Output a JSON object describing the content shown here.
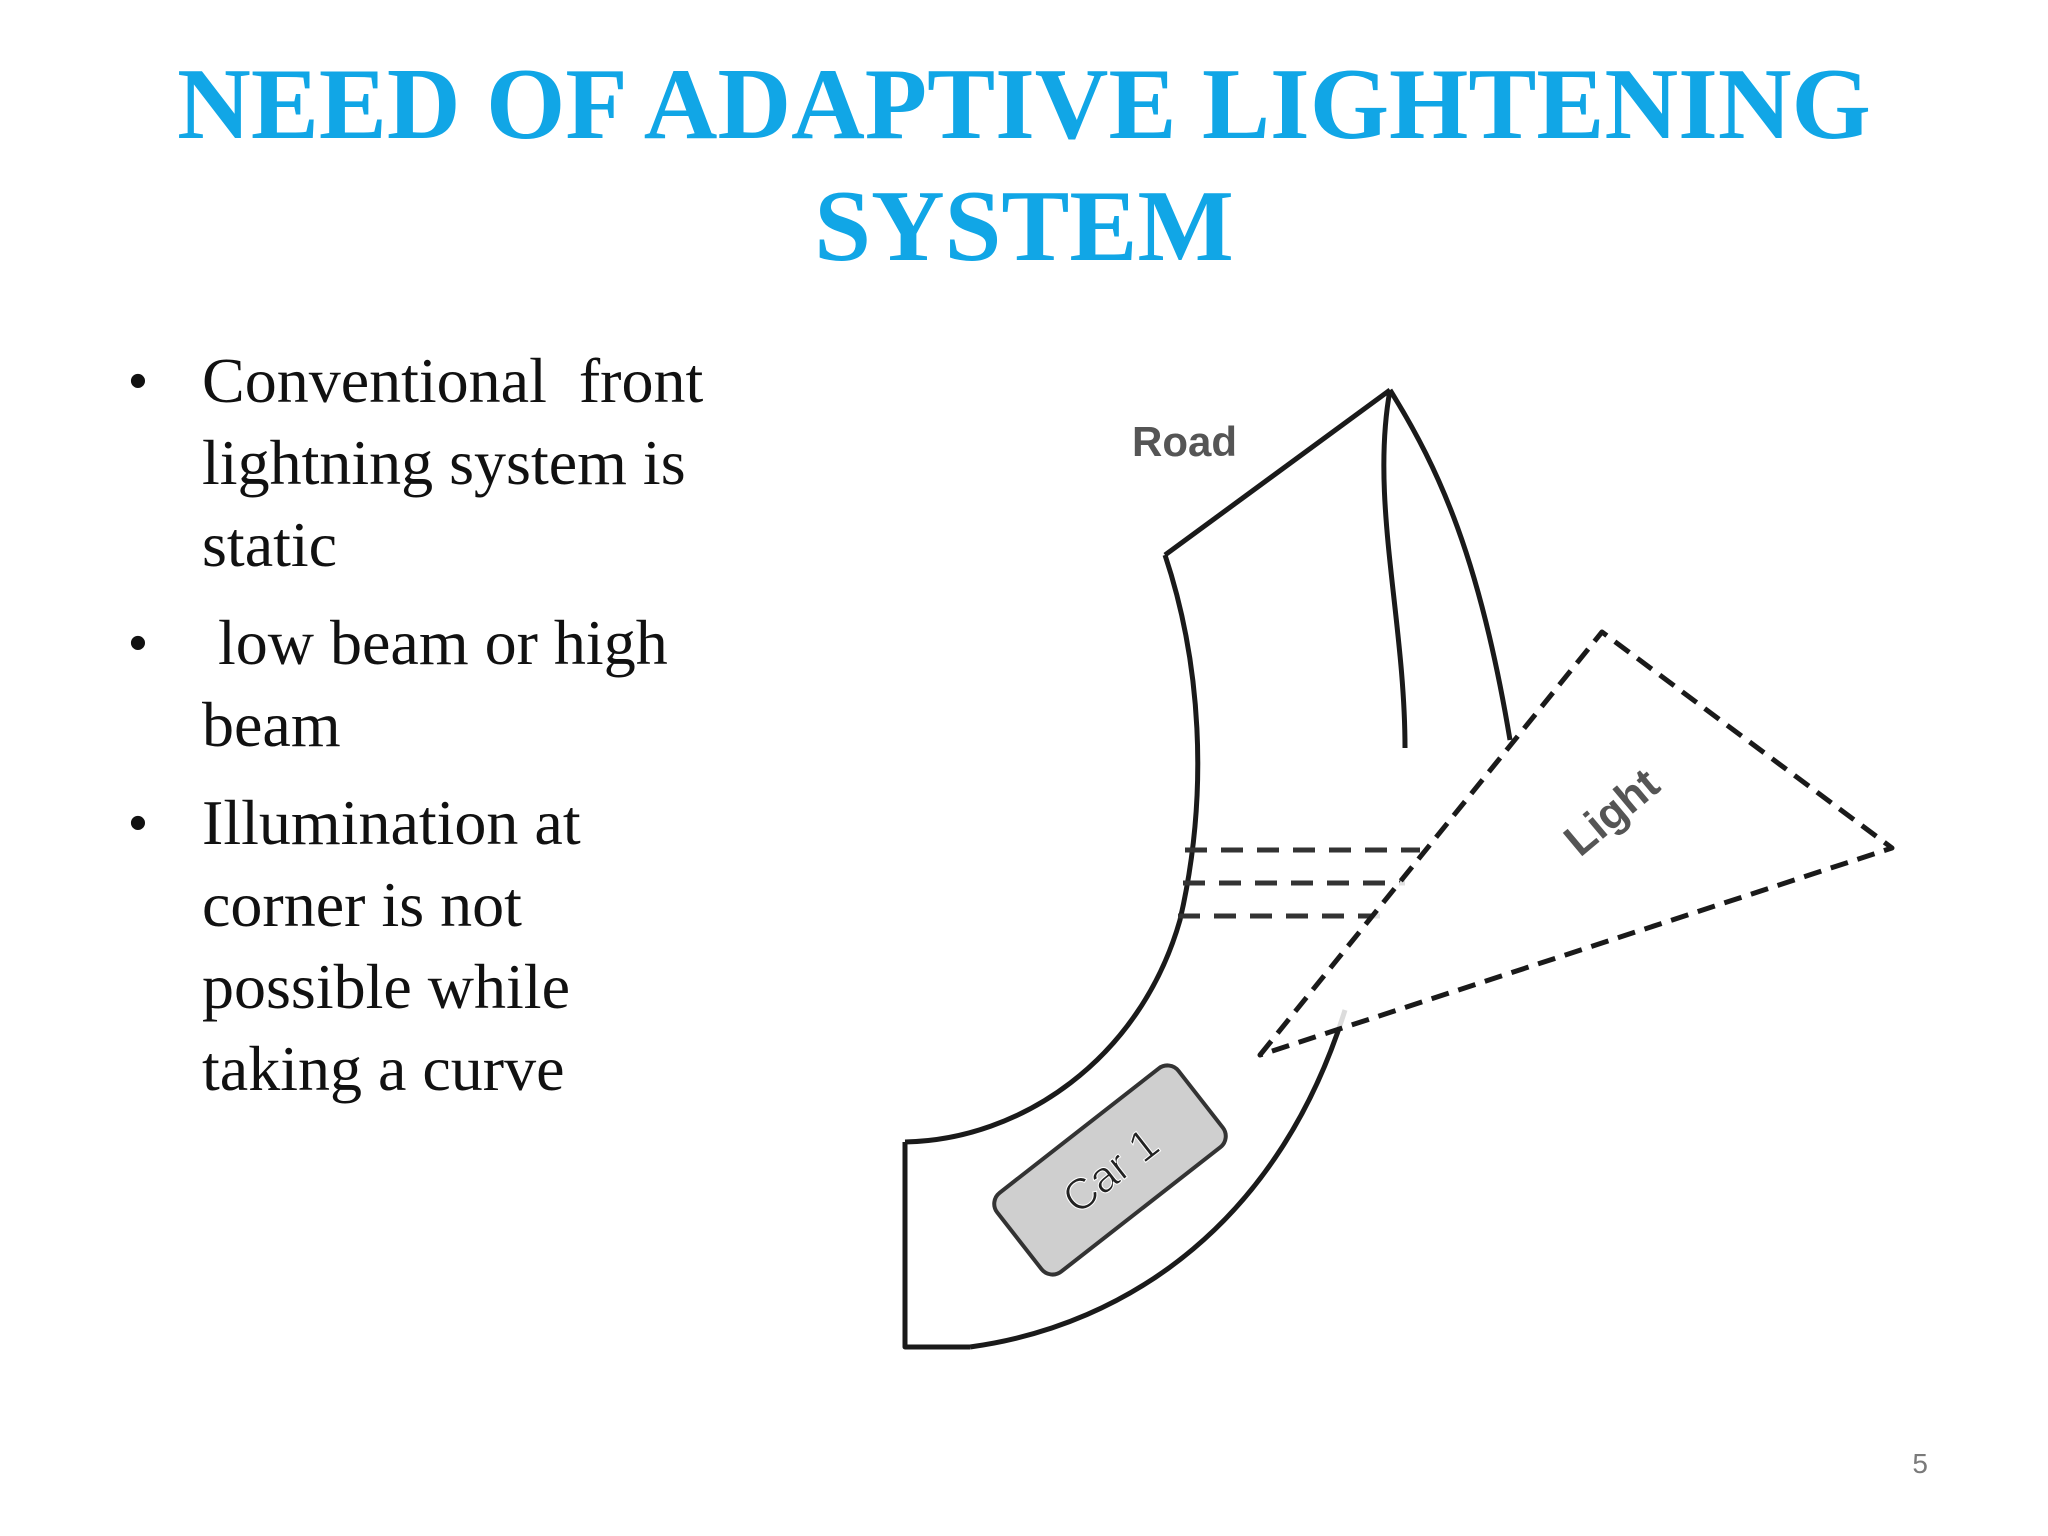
{
  "slide": {
    "title_lines": [
      "NEED OF ADAPTIVE LIGHTENING",
      "SYSTEM"
    ],
    "bullets": [
      {
        "lines": [
          "Conventional  front",
          "lightning system is",
          "static"
        ]
      },
      {
        "lines": [
          " low beam or high",
          "beam"
        ]
      },
      {
        "lines": [
          "Illumination at",
          "corner is not",
          "possible while",
          "taking a curve"
        ]
      }
    ],
    "bullet_symbol": "•",
    "page_number": "5"
  },
  "figure": {
    "road_label": "Road",
    "light_label": "Light",
    "car_label": "Car 1",
    "car_color": "#cfcfcf",
    "line_color": "#1a1a1a"
  },
  "colors": {
    "title": "#11a6e6",
    "text": "#111111",
    "page_number": "#7a7a7a"
  }
}
